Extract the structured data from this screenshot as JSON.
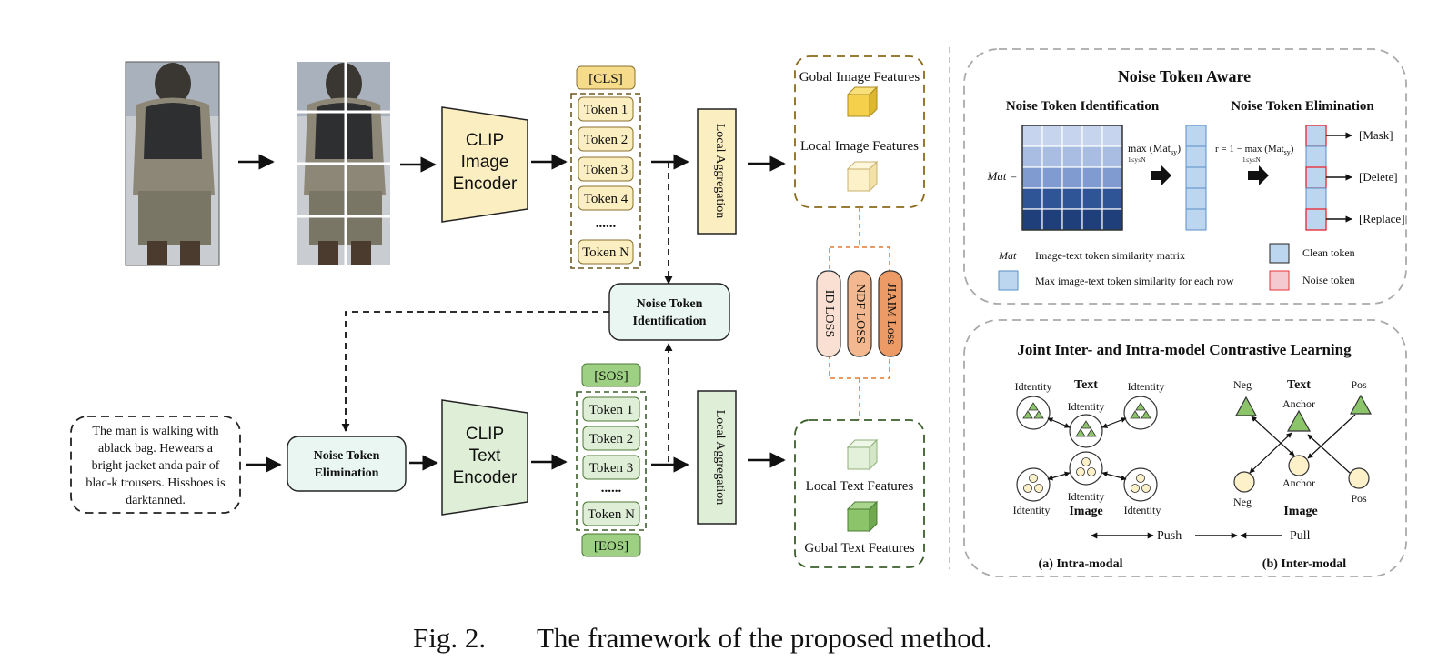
{
  "caption": {
    "fig": "Fig. 2.",
    "text": "The framework of the proposed method."
  },
  "image_branch": {
    "encoder": [
      "CLIP",
      "Image",
      "Encoder"
    ],
    "cls": "[CLS]",
    "tokens": [
      "Token 1",
      "Token 2",
      "Token 3",
      "Token 4",
      "......",
      "Token N"
    ],
    "aggregation": "Local Aggregation",
    "global_features": "Gobal Image Features",
    "local_features": "Local Image Features"
  },
  "text_branch": {
    "caption_text": [
      "The man is walking with",
      "ablack bag. Hewears a",
      "bright jacket anda pair of",
      "blac-k trousers. Hisshoes is",
      "darktanned."
    ],
    "elimination": [
      "Noise Token",
      "Elimination"
    ],
    "identification": [
      "Noise Token",
      "Identification"
    ],
    "encoder": [
      "CLIP",
      "Text",
      "Encoder"
    ],
    "sos": "[SOS]",
    "eos": "[EOS]",
    "tokens": [
      "Token 1",
      "Token 2",
      "Token 3",
      "......",
      "Token N"
    ],
    "aggregation": "Local Aggregation",
    "local_features": "Local Text Features",
    "global_features": "Gobal Text Features"
  },
  "losses": [
    "ID LOSS",
    "NDF LOSS",
    "JIAIM Loss"
  ],
  "colors": {
    "image_tone": "#fbeec1",
    "text_tone": "#dfeed6",
    "cube_yellow": "#f5d04a",
    "cube_green": "#8cc46a",
    "loss_id": "#f9e0d3",
    "loss_ndf": "#f3b88f",
    "loss_jiaim": "#ec9a66",
    "matrix_light": "#c6d4ee",
    "matrix_dark": "#1f3f7a",
    "noise_red": "#e8323c"
  },
  "nta": {
    "title": "Noise Token Aware",
    "identification": "Noise Token Identification",
    "elimination": "Noise Token Elimination",
    "mat_label": "Mat =",
    "max_formula": "max (Mat",
    "max_sub": "1≤y≤N",
    "sy": "sy",
    "r_formula": "r = 1 − max (Mat",
    "actions": [
      "[Mask]",
      "[Delete]",
      "[Replace]"
    ],
    "legend": {
      "mat_term": "Mat",
      "mat_desc": "Image-text token similarity matrix",
      "max_desc": "Max image-text token similarity for each row",
      "clean": "Clean token",
      "noise": "Noise token"
    }
  },
  "jcl": {
    "title": "Joint Inter- and Intra-model Contrastive Learning",
    "text": "Text",
    "image": "Image",
    "identity": "Idtentity",
    "neg": "Neg",
    "pos": "Pos",
    "anchor": "Anchor",
    "push": "Push",
    "pull": "Pull",
    "intra": "(a) Intra-modal",
    "inter": "(b) Inter-modal"
  }
}
